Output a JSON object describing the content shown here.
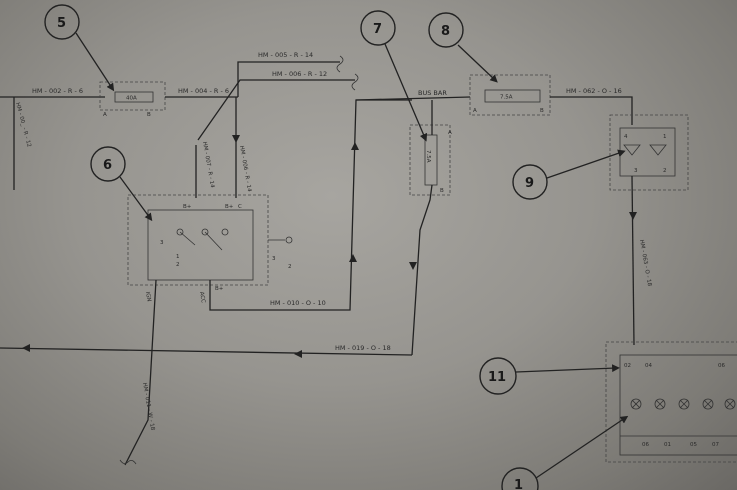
{
  "callouts": [
    "5",
    "6",
    "7",
    "8",
    "9",
    "11",
    "1"
  ],
  "fuse_5": {
    "rating": "40A",
    "pin_a": "A",
    "pin_b": "B"
  },
  "fuse_7": {
    "rating": "7.5A",
    "pin_a": "A",
    "pin_b": "B"
  },
  "fuse_8": {
    "rating": "7.5A",
    "pin_a": "A",
    "pin_b": "B"
  },
  "bus_bar": "BUS BAR",
  "wires": {
    "hm002": "HM - 002 - R - 6",
    "hm004": "HM - 004 - R - 6",
    "hm005": "HM - 005 - R - 14",
    "hm006": "HM - 006 - R - 12",
    "hm007": "HM - 007 - R - 14",
    "hm006v": "HM - 006 - R - 14",
    "hm010": "HM - 010 - O - 10",
    "hm019": "HM - 019 - O - 18",
    "hm011": "HM - 011 - W - 18",
    "hm062": "HM - 062 - O - 16",
    "hm063": "HM - 063 - O - 18",
    "left_vert": "HM - 00_ - R - 12"
  },
  "switch_6": {
    "b_plus_left": "B+",
    "c_top": "C",
    "b_plus_top": "B+",
    "ign": "IGN",
    "acc": "ACC",
    "b_plus_bot": "B+",
    "pin_3": "3",
    "pin_1": "1",
    "pin_2": "2",
    "ext_3": "3",
    "ext_2": "2"
  },
  "relay_9": {
    "pin_4": "4",
    "pin_1": "1",
    "pin_3": "3",
    "pin_2": "2"
  },
  "module_11": {
    "top": [
      "02",
      "04",
      "06"
    ],
    "bottom": [
      "06",
      "01",
      "05",
      "07"
    ]
  }
}
